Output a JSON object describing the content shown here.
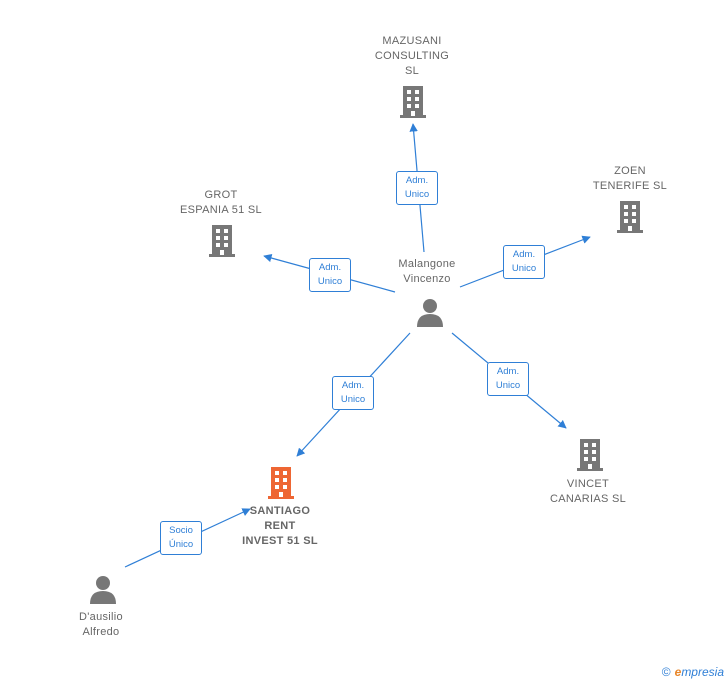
{
  "nodes": {
    "mazusani": {
      "label": "MAZUSANI\nCONSULTING\nSL",
      "type": "company"
    },
    "zoen": {
      "label": "ZOEN\nTENERIFE  SL",
      "type": "company"
    },
    "grot": {
      "label": "GROT\nESPANIA 51  SL",
      "type": "company"
    },
    "malangone": {
      "label": "Malangone\nVincenzo",
      "type": "person"
    },
    "santiago": {
      "label": "SANTIAGO\nRENT\nINVEST 51  SL",
      "type": "company-main"
    },
    "vincet": {
      "label": "VINCET\nCANARIAS  SL",
      "type": "company"
    },
    "dausilio": {
      "label": "D'ausilio\nAlfredo",
      "type": "person"
    }
  },
  "edges": {
    "e1": {
      "label": "Adm.\nUnico"
    },
    "e2": {
      "label": "Adm.\nUnico"
    },
    "e3": {
      "label": "Adm.\nUnico"
    },
    "e4": {
      "label": "Adm.\nUnico"
    },
    "e5": {
      "label": "Adm.\nUnico"
    },
    "e6": {
      "label": "Socio\nÚnico"
    }
  },
  "colors": {
    "edge": "#2f7fd6",
    "node": "#777777",
    "main": "#ee6633"
  },
  "brand": {
    "copyright": "©",
    "initial": "e",
    "rest": "mpresia"
  }
}
